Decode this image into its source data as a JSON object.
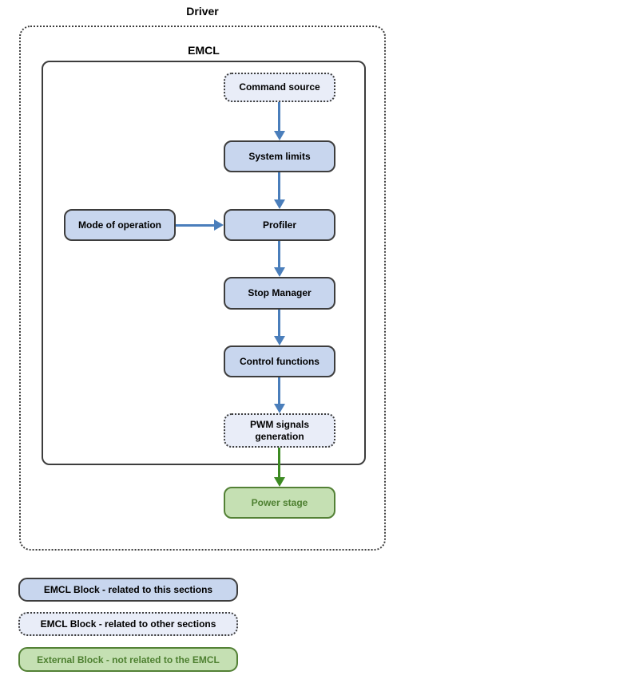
{
  "colors": {
    "blue_fill": "#c8d6ee",
    "dotted_fill": "#e9edf8",
    "green_fill": "#c5e0b3",
    "dark_border": "#3d3d3d",
    "green_border": "#538135",
    "green_text": "#4e8031",
    "arrow_blue": "#4a7ebb",
    "arrow_green": "#3c8a22"
  },
  "diagram": {
    "outer_container_label": "Driver",
    "inner_container_label": "EMCL",
    "nodes": {
      "command_source": "Command source",
      "system_limits": "System limits",
      "mode_of_operation": "Mode of operation",
      "profiler": "Profiler",
      "stop_manager": "Stop Manager",
      "control_functions": "Control functions",
      "pwm_signals_generation": "PWM signals generation",
      "power_stage": "Power stage"
    }
  },
  "legend": {
    "items": [
      {
        "label": "EMCL Block - related to this sections",
        "style": "solid-blue"
      },
      {
        "label": "EMCL Block - related to other sections",
        "style": "dotted"
      },
      {
        "label": "External Block - not related to the EMCL",
        "style": "green-external"
      }
    ]
  }
}
